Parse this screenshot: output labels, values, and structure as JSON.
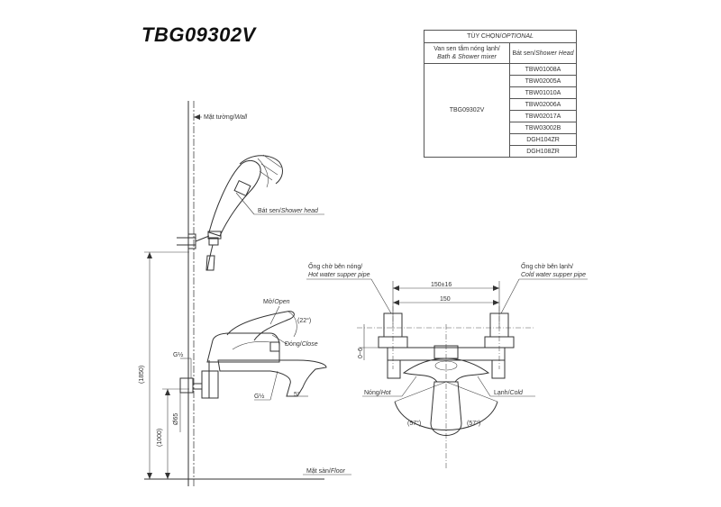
{
  "title": "TBG09302V",
  "table": {
    "header": "TÙY CHỌN/",
    "header_en": "OPTIONAL",
    "col1_vi": "Van sen tắm nóng lạnh/",
    "col1_en": "Bath & Shower mixer",
    "col2_vi": "Bát sen/",
    "col2_en": "Shower Head",
    "model": "TBG09302V",
    "heads": [
      "TBW01008A",
      "TBW02005A",
      "TBW01010A",
      "TBW02006A",
      "TBW02017A",
      "TBW03002B",
      "DGH104ZR",
      "DGH108ZR"
    ]
  },
  "side": {
    "wall_vi": "Mặt tường/",
    "wall_en": "Wall",
    "head_vi": "Bát sen/",
    "head_en": "Shower head",
    "open_vi": "Mở/",
    "open_en": "Open",
    "close_vi": "Đóng/",
    "close_en": "Close",
    "angle_open": "(22°)",
    "angle_spout": "5°",
    "thread_top": "G½",
    "thread_bottom": "G½",
    "dim_total": "(1850)",
    "dim_mixer": "(1000)",
    "dim_65": "Ø65",
    "floor_vi": "Mặt sàn/",
    "floor_en": "Floor"
  },
  "front": {
    "hot_pipe_vi": "Ống chờ bên nóng/",
    "hot_pipe_en": "Hot water supper pipe",
    "cold_pipe_vi": "Ống chờ bên lạnh/",
    "cold_pipe_en": "Cold water supper pipe",
    "dim_centers_tol": "150±16",
    "dim_centers": "150",
    "dim_offset": "0~6",
    "hot_vi": "Nóng/",
    "hot_en": "Hot",
    "cold_vi": "Lạnh/",
    "cold_en": "Cold",
    "angle_left": "(57°)",
    "angle_right": "(57°)"
  }
}
